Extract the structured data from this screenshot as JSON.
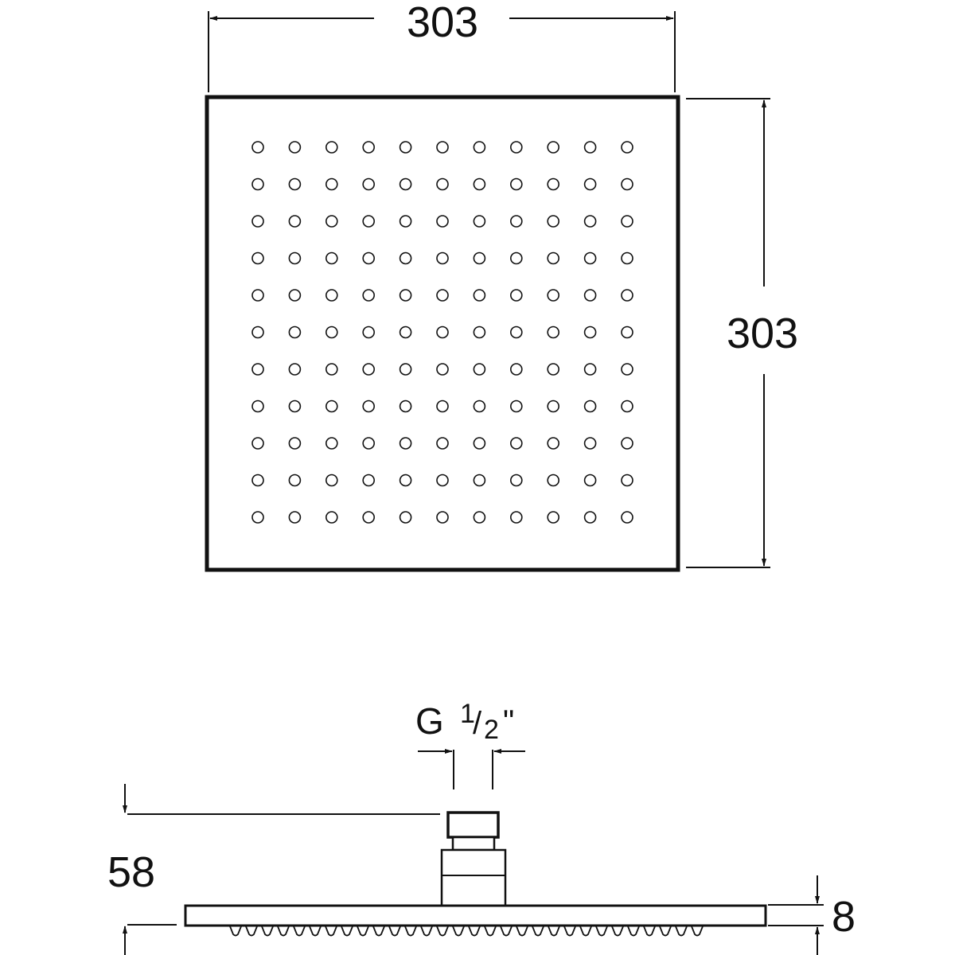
{
  "top_view": {
    "width_label": "303",
    "height_label": "303",
    "nozzle_rows": 11,
    "nozzle_cols": 11
  },
  "side_view": {
    "thread_label": "G",
    "thread_fraction_num": "1",
    "thread_fraction_den": "2",
    "thread_unit": "\"",
    "height_label": "58",
    "plate_thickness_label": "8"
  },
  "colors": {
    "line": "#111111",
    "background": "#ffffff"
  }
}
